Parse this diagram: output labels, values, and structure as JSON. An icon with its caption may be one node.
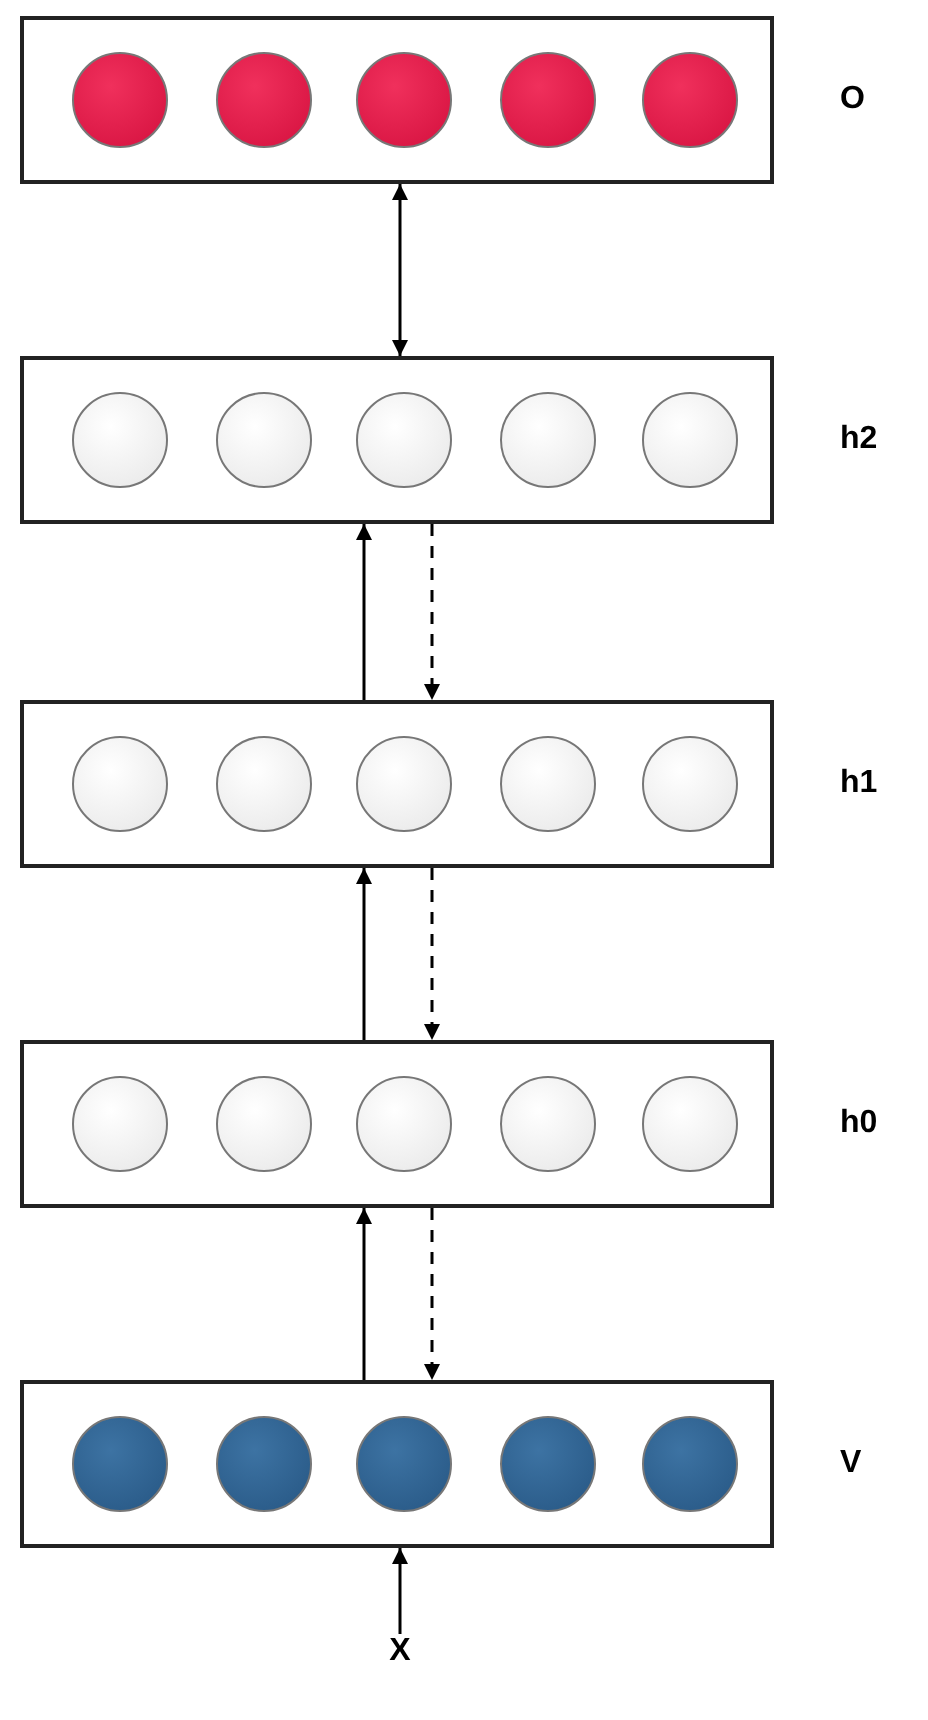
{
  "diagram": {
    "nodes": [
      {
        "text": [],
        "shape": "box",
        "beside": [
          "O"
        ]
      },
      {
        "text": [],
        "shape": "circle",
        "in": 0
      },
      {
        "text": [],
        "shape": "circle",
        "in": 0
      },
      {
        "text": [],
        "shape": "circle",
        "in": 0
      },
      {
        "text": [],
        "shape": "circle",
        "in": 0
      },
      {
        "text": [],
        "shape": "circle",
        "in": 0
      },
      {
        "text": [],
        "shape": "box",
        "beside": [
          "h2"
        ]
      },
      {
        "text": [],
        "shape": "circle",
        "in": 6
      },
      {
        "text": [],
        "shape": "circle",
        "in": 6
      },
      {
        "text": [],
        "shape": "circle",
        "in": 6
      },
      {
        "text": [],
        "shape": "circle",
        "in": 6
      },
      {
        "text": [],
        "shape": "circle",
        "in": 6
      },
      {
        "text": [],
        "shape": "box",
        "beside": [
          "h1"
        ]
      },
      {
        "text": [],
        "shape": "circle",
        "in": 12
      },
      {
        "text": [],
        "shape": "circle",
        "in": 12
      },
      {
        "text": [],
        "shape": "circle",
        "in": 12
      },
      {
        "text": [],
        "shape": "circle",
        "in": 12
      },
      {
        "text": [],
        "shape": "circle",
        "in": 12
      },
      {
        "text": [],
        "shape": "box",
        "beside": [
          "h0"
        ]
      },
      {
        "text": [],
        "shape": "circle",
        "in": 18
      },
      {
        "text": [],
        "shape": "circle",
        "in": 18
      },
      {
        "text": [],
        "shape": "circle",
        "in": 18
      },
      {
        "text": [],
        "shape": "circle",
        "in": 18
      },
      {
        "text": [],
        "shape": "circle",
        "in": 18
      },
      {
        "text": [],
        "shape": "box",
        "beside": [
          "V"
        ]
      },
      {
        "text": [],
        "shape": "circle",
        "in": 24
      },
      {
        "text": [],
        "shape": "circle",
        "in": 24
      },
      {
        "text": [],
        "shape": "circle",
        "in": 24
      },
      {
        "text": [],
        "shape": "circle",
        "in": 24
      },
      {
        "text": [],
        "shape": "circle",
        "in": 24
      },
      {
        "text": [
          "X"
        ]
      }
    ],
    "edges": [
      {
        "from": 6,
        "to": 0,
        "arrow": "both"
      },
      {
        "from": 12,
        "to": 6,
        "arrow": "to"
      },
      {
        "from": 6,
        "to": 12,
        "arrow": "to",
        "style": "dashed"
      },
      {
        "from": 18,
        "to": 12,
        "arrow": "to"
      },
      {
        "from": 12,
        "to": 18,
        "arrow": "to",
        "style": "dashed"
      },
      {
        "from": 24,
        "to": 18,
        "arrow": "to"
      },
      {
        "from": 18,
        "to": 24,
        "arrow": "to",
        "style": "dashed"
      },
      {
        "from": 30,
        "to": 24,
        "arrow": "to"
      }
    ]
  }
}
